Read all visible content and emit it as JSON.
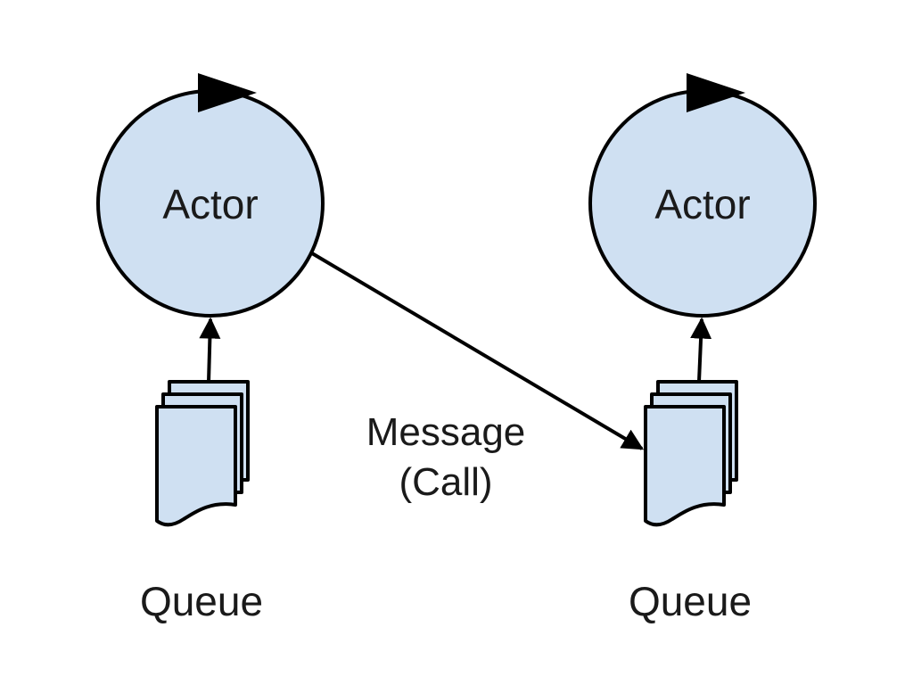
{
  "diagram": {
    "colors": {
      "fill": "#cfe0f2",
      "stroke": "#000000",
      "text": "#1a1a1a",
      "background": "#ffffff"
    },
    "actors": [
      {
        "label": "Actor"
      },
      {
        "label": "Actor"
      }
    ],
    "queues": [
      {
        "label": "Queue"
      },
      {
        "label": "Queue"
      }
    ],
    "message": {
      "line1": "Message",
      "line2": "(Call)"
    }
  }
}
